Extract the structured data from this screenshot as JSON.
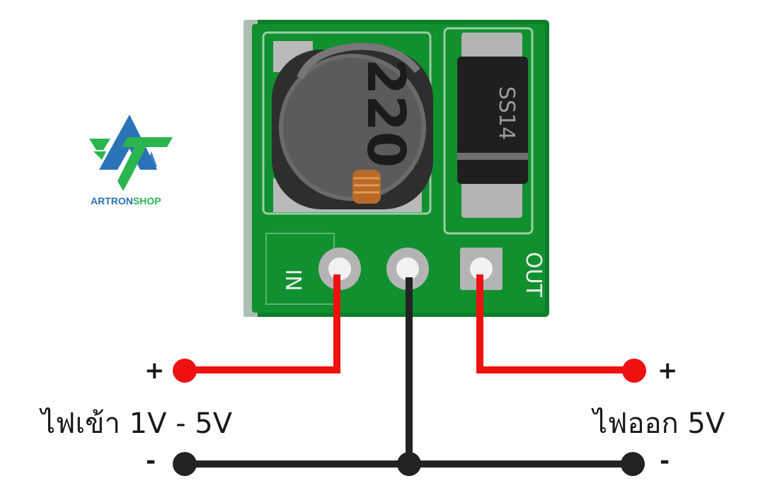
{
  "logo": {
    "part_a": "ARTRON",
    "part_b": "SHOP",
    "colors": {
      "blue": "#2a73b7",
      "green": "#2bb54f"
    }
  },
  "board": {
    "inductor_marking": "220",
    "diode_marking": "SS14",
    "pin_in_label": "IN",
    "pin_out_label": "OUT",
    "pcb_color": "#0f8a2e"
  },
  "wiring": {
    "input_plus_sign": "+",
    "input_minus_sign": "-",
    "output_plus_sign": "+",
    "output_minus_sign": "-",
    "input_label": "ไฟเข้า 1V - 5V",
    "output_label": "ไฟออก 5V",
    "colors": {
      "positive": "#ef1010",
      "ground": "#222222"
    }
  }
}
